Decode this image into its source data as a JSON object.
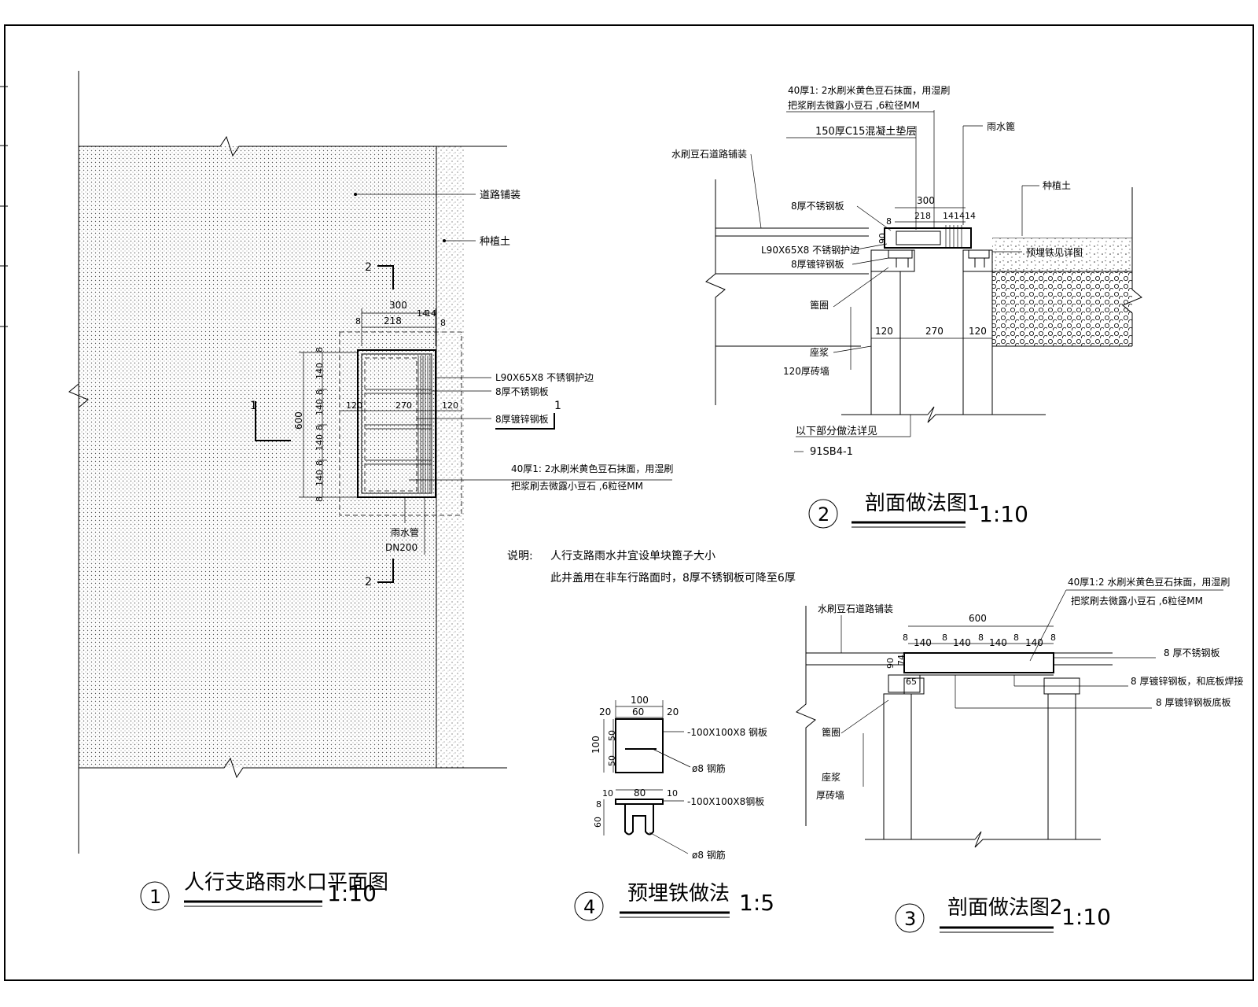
{
  "plan": {
    "title": "人行支路雨水口平面图",
    "number": "1",
    "scale": "1:10",
    "label_paving": "道路铺装",
    "label_soil": "种植土",
    "label_angle": "L90X65X8 不锈钢护边",
    "label_steel": "8厚不锈钢板",
    "label_galv": "8厚镀锌钢板",
    "label_finish_1": "40厚1: 2水刷米黄色豆石抹面，用湿刷",
    "label_finish_2": "把浆刷去微露小豆石 ,6粒径MM",
    "label_pipe": "雨水管",
    "label_dn": "DN200",
    "section_mark_a": "1",
    "section_mark_b": "2",
    "dims_top": [
      "300",
      "218",
      "14",
      "14",
      "8",
      "8"
    ],
    "dims_mid": [
      "120",
      "270",
      "120"
    ],
    "dims_side": [
      "8",
      "140",
      "8",
      "140",
      "8",
      "140",
      "8",
      "140",
      "8",
      "600"
    ]
  },
  "notes": {
    "heading": "说明:",
    "line1": "人行支路雨水井宜设单块篦子大小",
    "line2": "此井盖用在非车行路面时，8厚不锈钢板可降至6厚"
  },
  "section1": {
    "title": "剖面做法图1",
    "number": "2",
    "scale": "1:10",
    "label_finish_1": "40厚1: 2水刷米黄色豆石抹面，用湿刷",
    "label_finish_2": "把浆刷去微露小豆石 ,6粒径MM",
    "label_concrete": "150厚C15混凝土垫层",
    "label_grate": "雨水篦",
    "label_paving": "水刷豆石道路铺装",
    "label_soil": "种植土",
    "label_steel": "8厚不锈钢板",
    "label_angle": "L90X65X8 不锈钢护边",
    "label_galv": "8厚镀锌钢板",
    "label_embed": "预埋铁见详图",
    "label_ring": "篦圈",
    "label_mortar": "座浆",
    "label_wall": "120厚砖墙",
    "label_below": "以下部分做法详见",
    "label_ref": "91SB4-1",
    "dims": [
      "300",
      "218",
      "14",
      "14",
      "14",
      "8",
      "90",
      "120",
      "270",
      "120"
    ]
  },
  "section2": {
    "title": "剖面做法图2",
    "number": "3",
    "scale": "1:10",
    "label_finish_1": "40厚1:2 水刷米黄色豆石抹面，用湿刷",
    "label_finish_2": "把浆刷去微露小豆石 ,6粒径MM",
    "label_paving": "水刷豆石道路铺装",
    "label_steel": "8 厚不锈钢板",
    "label_galv_weld": "8 厚镀锌钢板，和底板焊接",
    "label_galv_base": "8 厚镀锌钢板底板",
    "label_ring": "篦圈",
    "label_mortar": "座浆",
    "label_wall": "厚砖墙",
    "dims": [
      "600",
      "8",
      "140",
      "8",
      "140",
      "8",
      "140",
      "8",
      "140",
      "8",
      "90",
      "74",
      "65"
    ]
  },
  "embed": {
    "title": "预埋铁做法",
    "number": "4",
    "scale": "1:5",
    "label_plate1": "-100X100X8  钢板",
    "label_bar1": "ø8 钢筋",
    "label_plate2": "-100X100X8钢板",
    "label_bar2": "ø8 钢筋",
    "dims_top": [
      "100",
      "20",
      "60",
      "20"
    ],
    "dims_side": [
      "100",
      "50",
      "50"
    ],
    "dims_bottom": [
      "10",
      "80",
      "10",
      "8",
      "60"
    ]
  }
}
